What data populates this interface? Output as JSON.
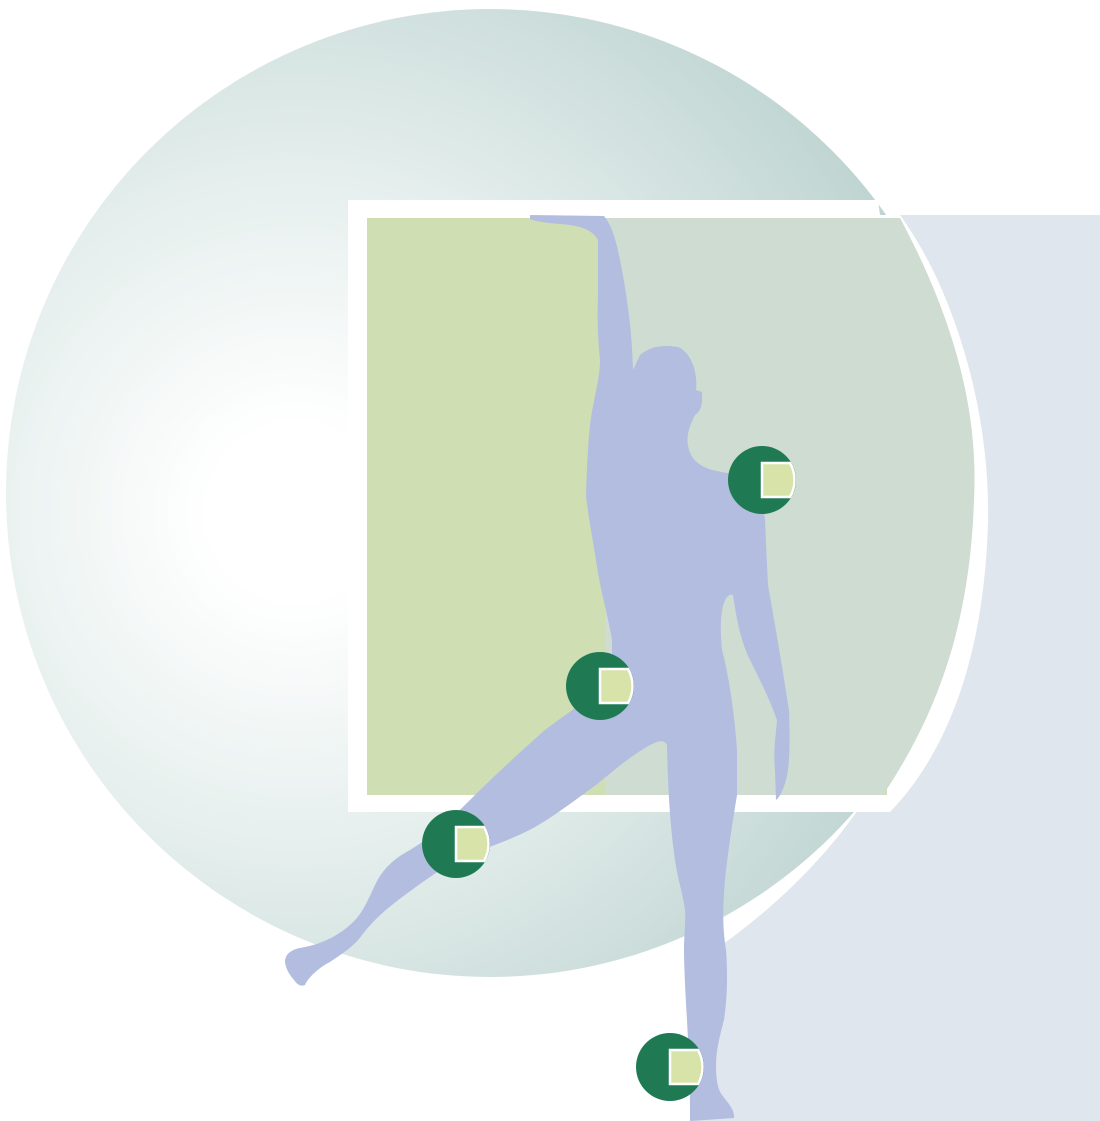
{
  "illustration": {
    "elements": [
      "gradient-sphere",
      "window-frame",
      "side-panel",
      "human-silhouette",
      "joint-marker-shoulder",
      "joint-marker-hip",
      "joint-marker-knee",
      "joint-marker-ankle"
    ]
  },
  "colors": {
    "sphere_edge": "#b9d0ce",
    "sphere_center": "#ffffff",
    "window_frame": "#ffffff",
    "window_green": "#cfdfb3",
    "window_teal": "#cfdcd2",
    "panel": "#dfe6ee",
    "silhouette": "#b2bde0",
    "marker_dark": "#1f7a53",
    "marker_light": "#d8e3aa",
    "marker_outline": "#ffffff"
  },
  "icons": {
    "joint_marker": "circle-with-square-icon"
  }
}
